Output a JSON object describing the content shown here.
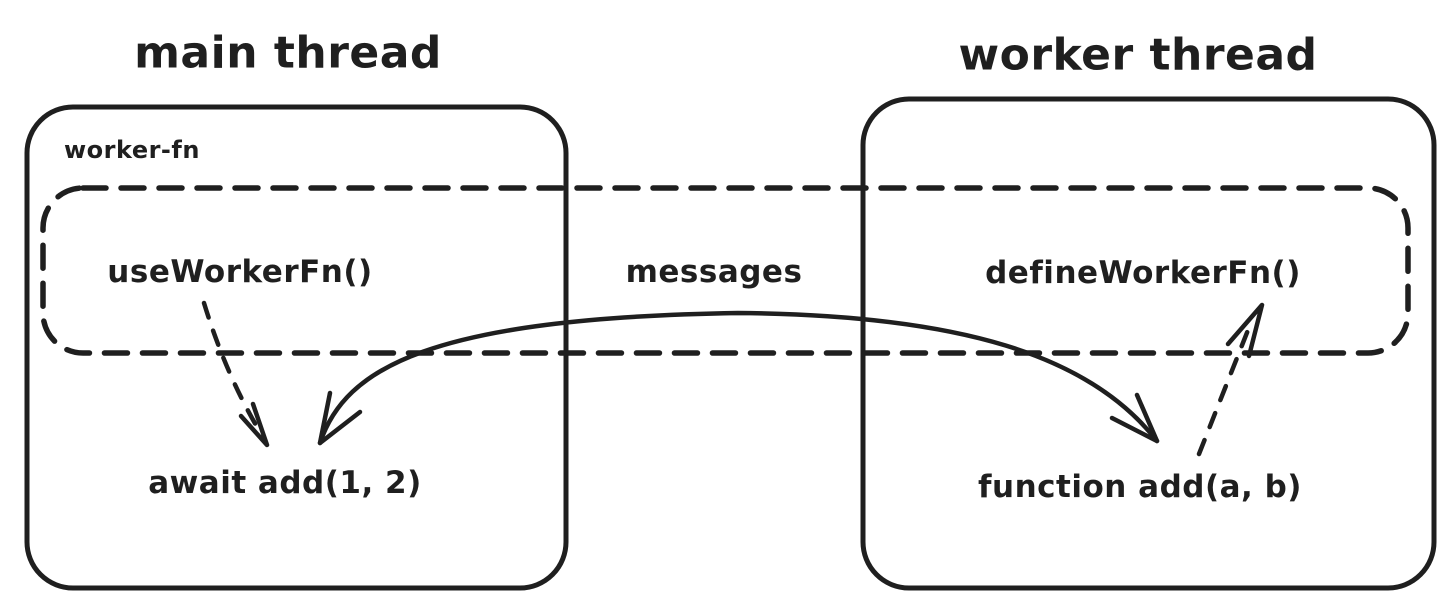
{
  "diagram": {
    "background_color": "#ffffff",
    "stroke_color": "#1f1f1f",
    "main_thread": {
      "title": "main thread",
      "package_label": "worker-fn",
      "use_worker_fn_label": "useWorkerFn()",
      "await_call_label": "await add(1, 2)"
    },
    "worker_thread": {
      "title": "worker thread",
      "define_worker_fn_label": "defineWorkerFn()",
      "worker_function_label": "function add(a, b)"
    },
    "channel_label": "messages"
  }
}
